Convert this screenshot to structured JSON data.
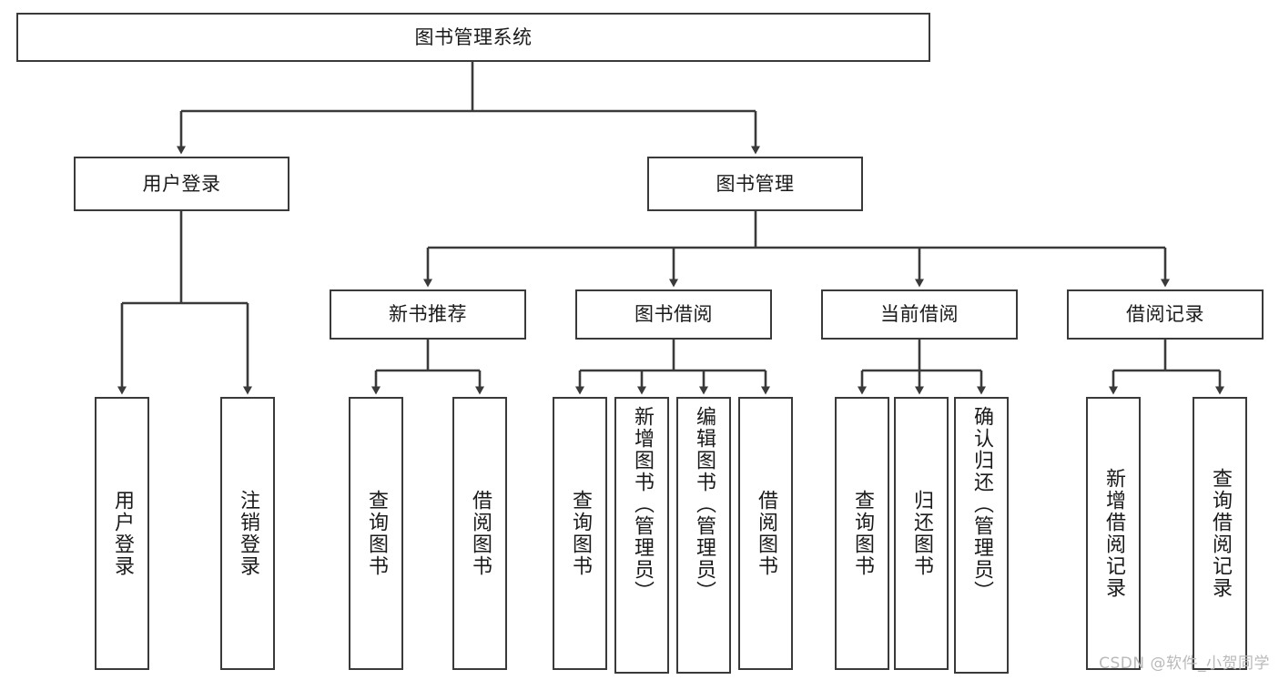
{
  "diagram": {
    "type": "tree-hierarchy",
    "title": "图书管理系统",
    "root": {
      "id": "root",
      "label": "图书管理系统",
      "level": 0
    },
    "level1": [
      {
        "id": "user-login",
        "label": "用户登录"
      },
      {
        "id": "book-manage",
        "label": "图书管理"
      }
    ],
    "level2": [
      {
        "id": "new-book-recommend",
        "label": "新书推荐",
        "parent": "book-manage"
      },
      {
        "id": "book-borrow",
        "label": "图书借阅",
        "parent": "book-manage"
      },
      {
        "id": "current-borrow",
        "label": "当前借阅",
        "parent": "book-manage"
      },
      {
        "id": "borrow-record",
        "label": "借阅记录",
        "parent": "book-manage"
      }
    ],
    "leaves": {
      "user_login": [
        {
          "id": "leaf-user-login",
          "label": "用户登录"
        },
        {
          "id": "leaf-logout-login",
          "label": "注销登录"
        }
      ],
      "new_book_recommend": [
        {
          "id": "leaf-query-book-1",
          "label": "查询图书"
        },
        {
          "id": "leaf-borrow-book-1",
          "label": "借阅图书"
        }
      ],
      "book_borrow": [
        {
          "id": "leaf-query-book-2",
          "label": "查询图书"
        },
        {
          "id": "leaf-add-book",
          "label": "新增图书（管理员）"
        },
        {
          "id": "leaf-edit-book",
          "label": "编辑图书（管理员）"
        },
        {
          "id": "leaf-borrow-book-2",
          "label": "借阅图书"
        }
      ],
      "current_borrow": [
        {
          "id": "leaf-query-book-3",
          "label": "查询图书"
        },
        {
          "id": "leaf-return-book",
          "label": "归还图书"
        },
        {
          "id": "leaf-confirm-return",
          "label": "确认归还（管理员）"
        }
      ],
      "borrow_record": [
        {
          "id": "leaf-add-record",
          "label": "新增借阅记录"
        },
        {
          "id": "leaf-query-record",
          "label": "查询借阅记录"
        }
      ]
    }
  },
  "watermark": {
    "text": "CSDN @软件_小贺同学"
  },
  "colors": {
    "stroke": "#3a3a3a",
    "box_fill": "#ffffff",
    "text": "#1a1a1a",
    "watermark": "#b9b9b9",
    "background": "#ffffff"
  }
}
